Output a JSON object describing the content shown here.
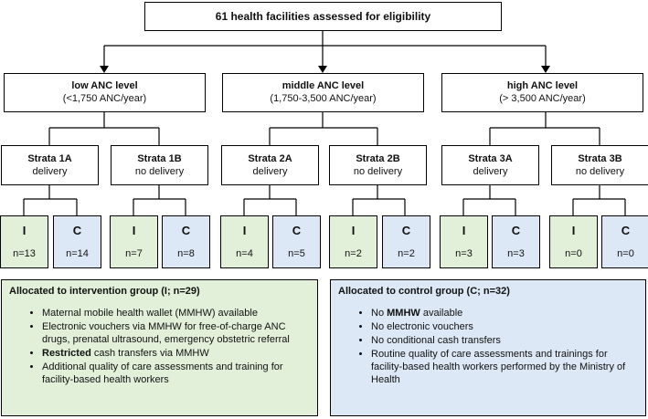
{
  "title": "61 health facilities assessed for eligibility",
  "levels": [
    {
      "name": "low ANC level",
      "range": "(<1,750 ANC/year)"
    },
    {
      "name": "middle ANC level",
      "range": "(1,750-3,500 ANC/year)"
    },
    {
      "name": "high ANC level",
      "range": "(> 3,500 ANC/year)"
    }
  ],
  "strata": [
    {
      "name": "Strata 1A",
      "sub": "delivery"
    },
    {
      "name": "Strata 1B",
      "sub": "no delivery"
    },
    {
      "name": "Strata 2A",
      "sub": "delivery"
    },
    {
      "name": "Strata 2B",
      "sub": "no delivery"
    },
    {
      "name": "Strata 3A",
      "sub": "delivery"
    },
    {
      "name": "Strata 3B",
      "sub": "no delivery"
    }
  ],
  "arms": [
    {
      "label": "I",
      "n": "n=13"
    },
    {
      "label": "C",
      "n": "n=14"
    },
    {
      "label": "I",
      "n": "n=7"
    },
    {
      "label": "C",
      "n": "n=8"
    },
    {
      "label": "I",
      "n": "n=4"
    },
    {
      "label": "C",
      "n": "n=5"
    },
    {
      "label": "I",
      "n": "n=2"
    },
    {
      "label": "C",
      "n": "n=2"
    },
    {
      "label": "I",
      "n": "n=3"
    },
    {
      "label": "C",
      "n": "n=3"
    },
    {
      "label": "I",
      "n": "n=0"
    },
    {
      "label": "C",
      "n": "n=0"
    }
  ],
  "colors": {
    "intervention": "#e2efd9",
    "control": "#dde8f6"
  },
  "intervention": {
    "heading": "Allocated to intervention group (I; n=29)",
    "items": [
      {
        "pre": "",
        "bold": "",
        "post": "Maternal mobile health wallet (MMHW) available"
      },
      {
        "pre": "",
        "bold": "",
        "post": "Electronic vouchers via MMHW for free-of-charge ANC drugs, prenatal ultrasound, emergency obstetric referral"
      },
      {
        "pre": "",
        "bold": "Restricted",
        "post": " cash transfers via MMHW"
      },
      {
        "pre": "",
        "bold": "",
        "post": "Additional quality of care assessments and training for facility-based health workers"
      }
    ]
  },
  "control": {
    "heading": "Allocated to control group (C; n=32)",
    "items": [
      {
        "pre": "No ",
        "bold": "MMHW",
        "post": "  available"
      },
      {
        "pre": "",
        "bold": "",
        "post": "No electronic vouchers"
      },
      {
        "pre": "",
        "bold": "",
        "post": "No conditional cash transfers"
      },
      {
        "pre": "",
        "bold": "",
        "post": "Routine quality of care assessments and trainings for facility-based health workers performed by the Ministry of Health"
      }
    ]
  }
}
